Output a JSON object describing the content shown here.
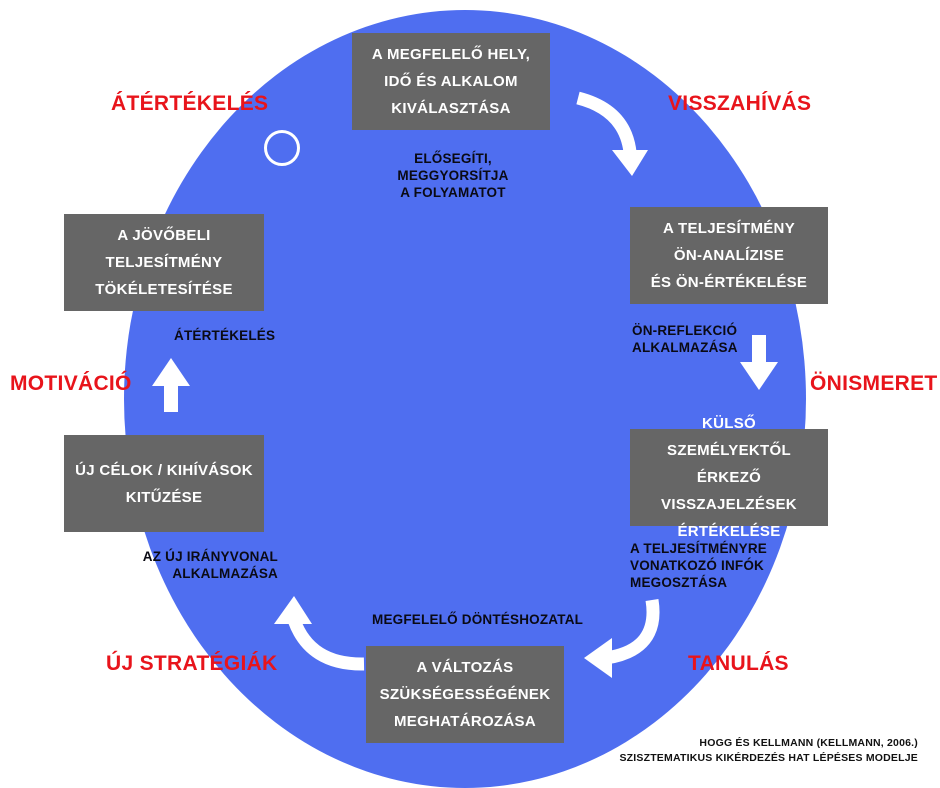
{
  "colors": {
    "circle": "#4f6ef0",
    "box": "#666666",
    "stage": "#e8141b",
    "note": "#0a0a14"
  },
  "boxes": {
    "top": [
      "A MEGFELELŐ HELY,",
      "IDŐ ÉS ALKALOM",
      "KIVÁLASZTÁSA"
    ],
    "right_upper": [
      "A TELJESÍTMÉNY",
      "ÖN-ANALÍZISE",
      "ÉS ÖN-ÉRTÉKELÉSE"
    ],
    "right_lower": [
      "KÜLSŐ SZEMÉLYEKTŐL",
      "ÉRKEZŐ VISSZAJELZÉSEK",
      "ÉRTÉKELÉSE"
    ],
    "bottom": [
      "A VÁLTOZÁS",
      "SZÜKSÉGESSÉGÉNEK",
      "MEGHATÁROZÁSA"
    ],
    "left_lower": [
      "ÚJ CÉLOK / KIHÍVÁSOK",
      "KITŰZÉSE"
    ],
    "left_upper": [
      "A JÖVŐBELI TELJESÍTMÉNY",
      "TÖKÉLETESÍTÉSE"
    ]
  },
  "notes": {
    "top": [
      "ELŐSEGÍTI,",
      "MEGGYORSÍTJA",
      "A FOLYAMATOT"
    ],
    "right_upper": [
      "ÖN-REFLEKCIÓ",
      "ALKALMAZÁSA"
    ],
    "right_lower": [
      "A TELJESÍTMÉNYRE",
      "VONATKOZÓ INFÓK",
      "MEGOSZTÁSA"
    ],
    "bottom": "MEGFELELŐ DÖNTÉSHOZATAL",
    "left_lower": [
      "AZ ÚJ IRÁNYVONAL",
      "ALKALMAZÁSA"
    ],
    "left_upper": "ÁTÉRTÉKELÉS"
  },
  "stages": {
    "atertekeles": "ÁTÉRTÉKELÉS",
    "visszahivas": "VISSZAHÍVÁS",
    "onismeret": "ÖNISMERET",
    "tanulas": "TANULÁS",
    "uj_strategiak": "ÚJ STRATÉGIÁK",
    "motivacio": "MOTIVÁCIÓ"
  },
  "credit": [
    "HOGG ÉS KELLMANN (KELLMANN, 2006.)",
    "SZISZTEMATIKUS KIKÉRDEZÉS HAT LÉPÉSES MODELJE"
  ]
}
